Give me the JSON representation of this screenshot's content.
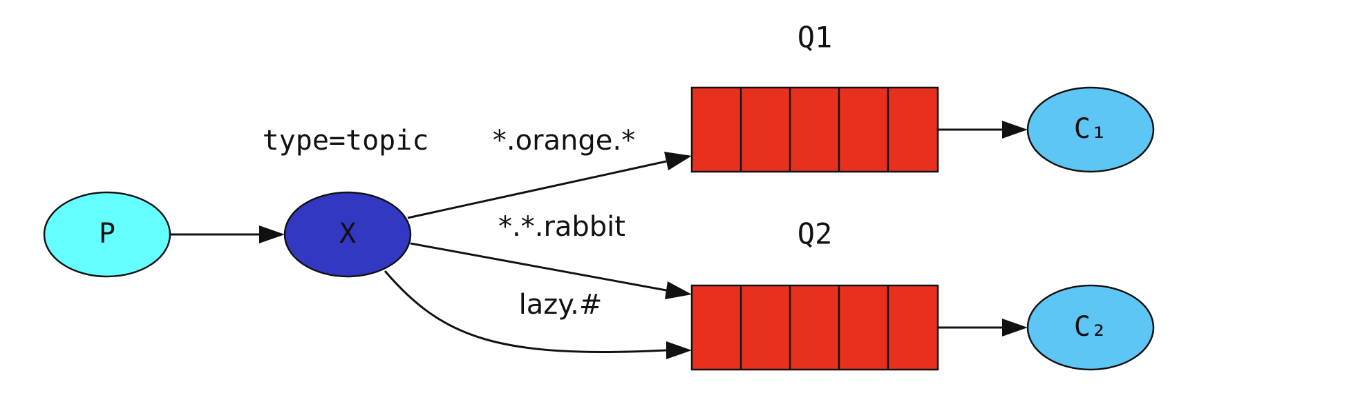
{
  "exchange": {
    "type_label": "type=topic"
  },
  "nodes": {
    "producer": "P",
    "exchange": "X",
    "consumer1": "C₁",
    "consumer2": "C₂"
  },
  "queues": {
    "q1": "Q1",
    "q2": "Q2"
  },
  "bindings": {
    "b1": "*.orange.*",
    "b2": "*.*.rabbit",
    "b3": "lazy.#"
  },
  "colors": {
    "producer": "#66ffff",
    "exchange": "#3238c2",
    "queue": "#e8301f",
    "consumer": "#5ec6f4",
    "stroke": "#111111"
  }
}
